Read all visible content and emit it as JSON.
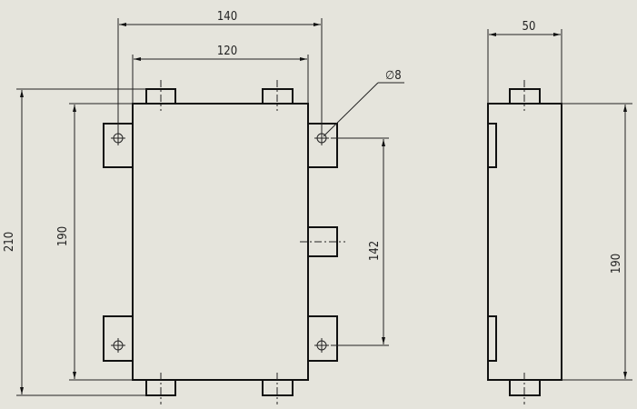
{
  "drawing": {
    "front_view": {
      "dim_overall_hole_spacing": "140",
      "dim_body_width": "120",
      "dim_overall_height": "210",
      "dim_body_height": "190",
      "dim_hole_vertical_spacing": "142",
      "dim_hole_diameter": "∅8"
    },
    "side_view": {
      "dim_depth": "50",
      "dim_body_height": "190"
    }
  }
}
